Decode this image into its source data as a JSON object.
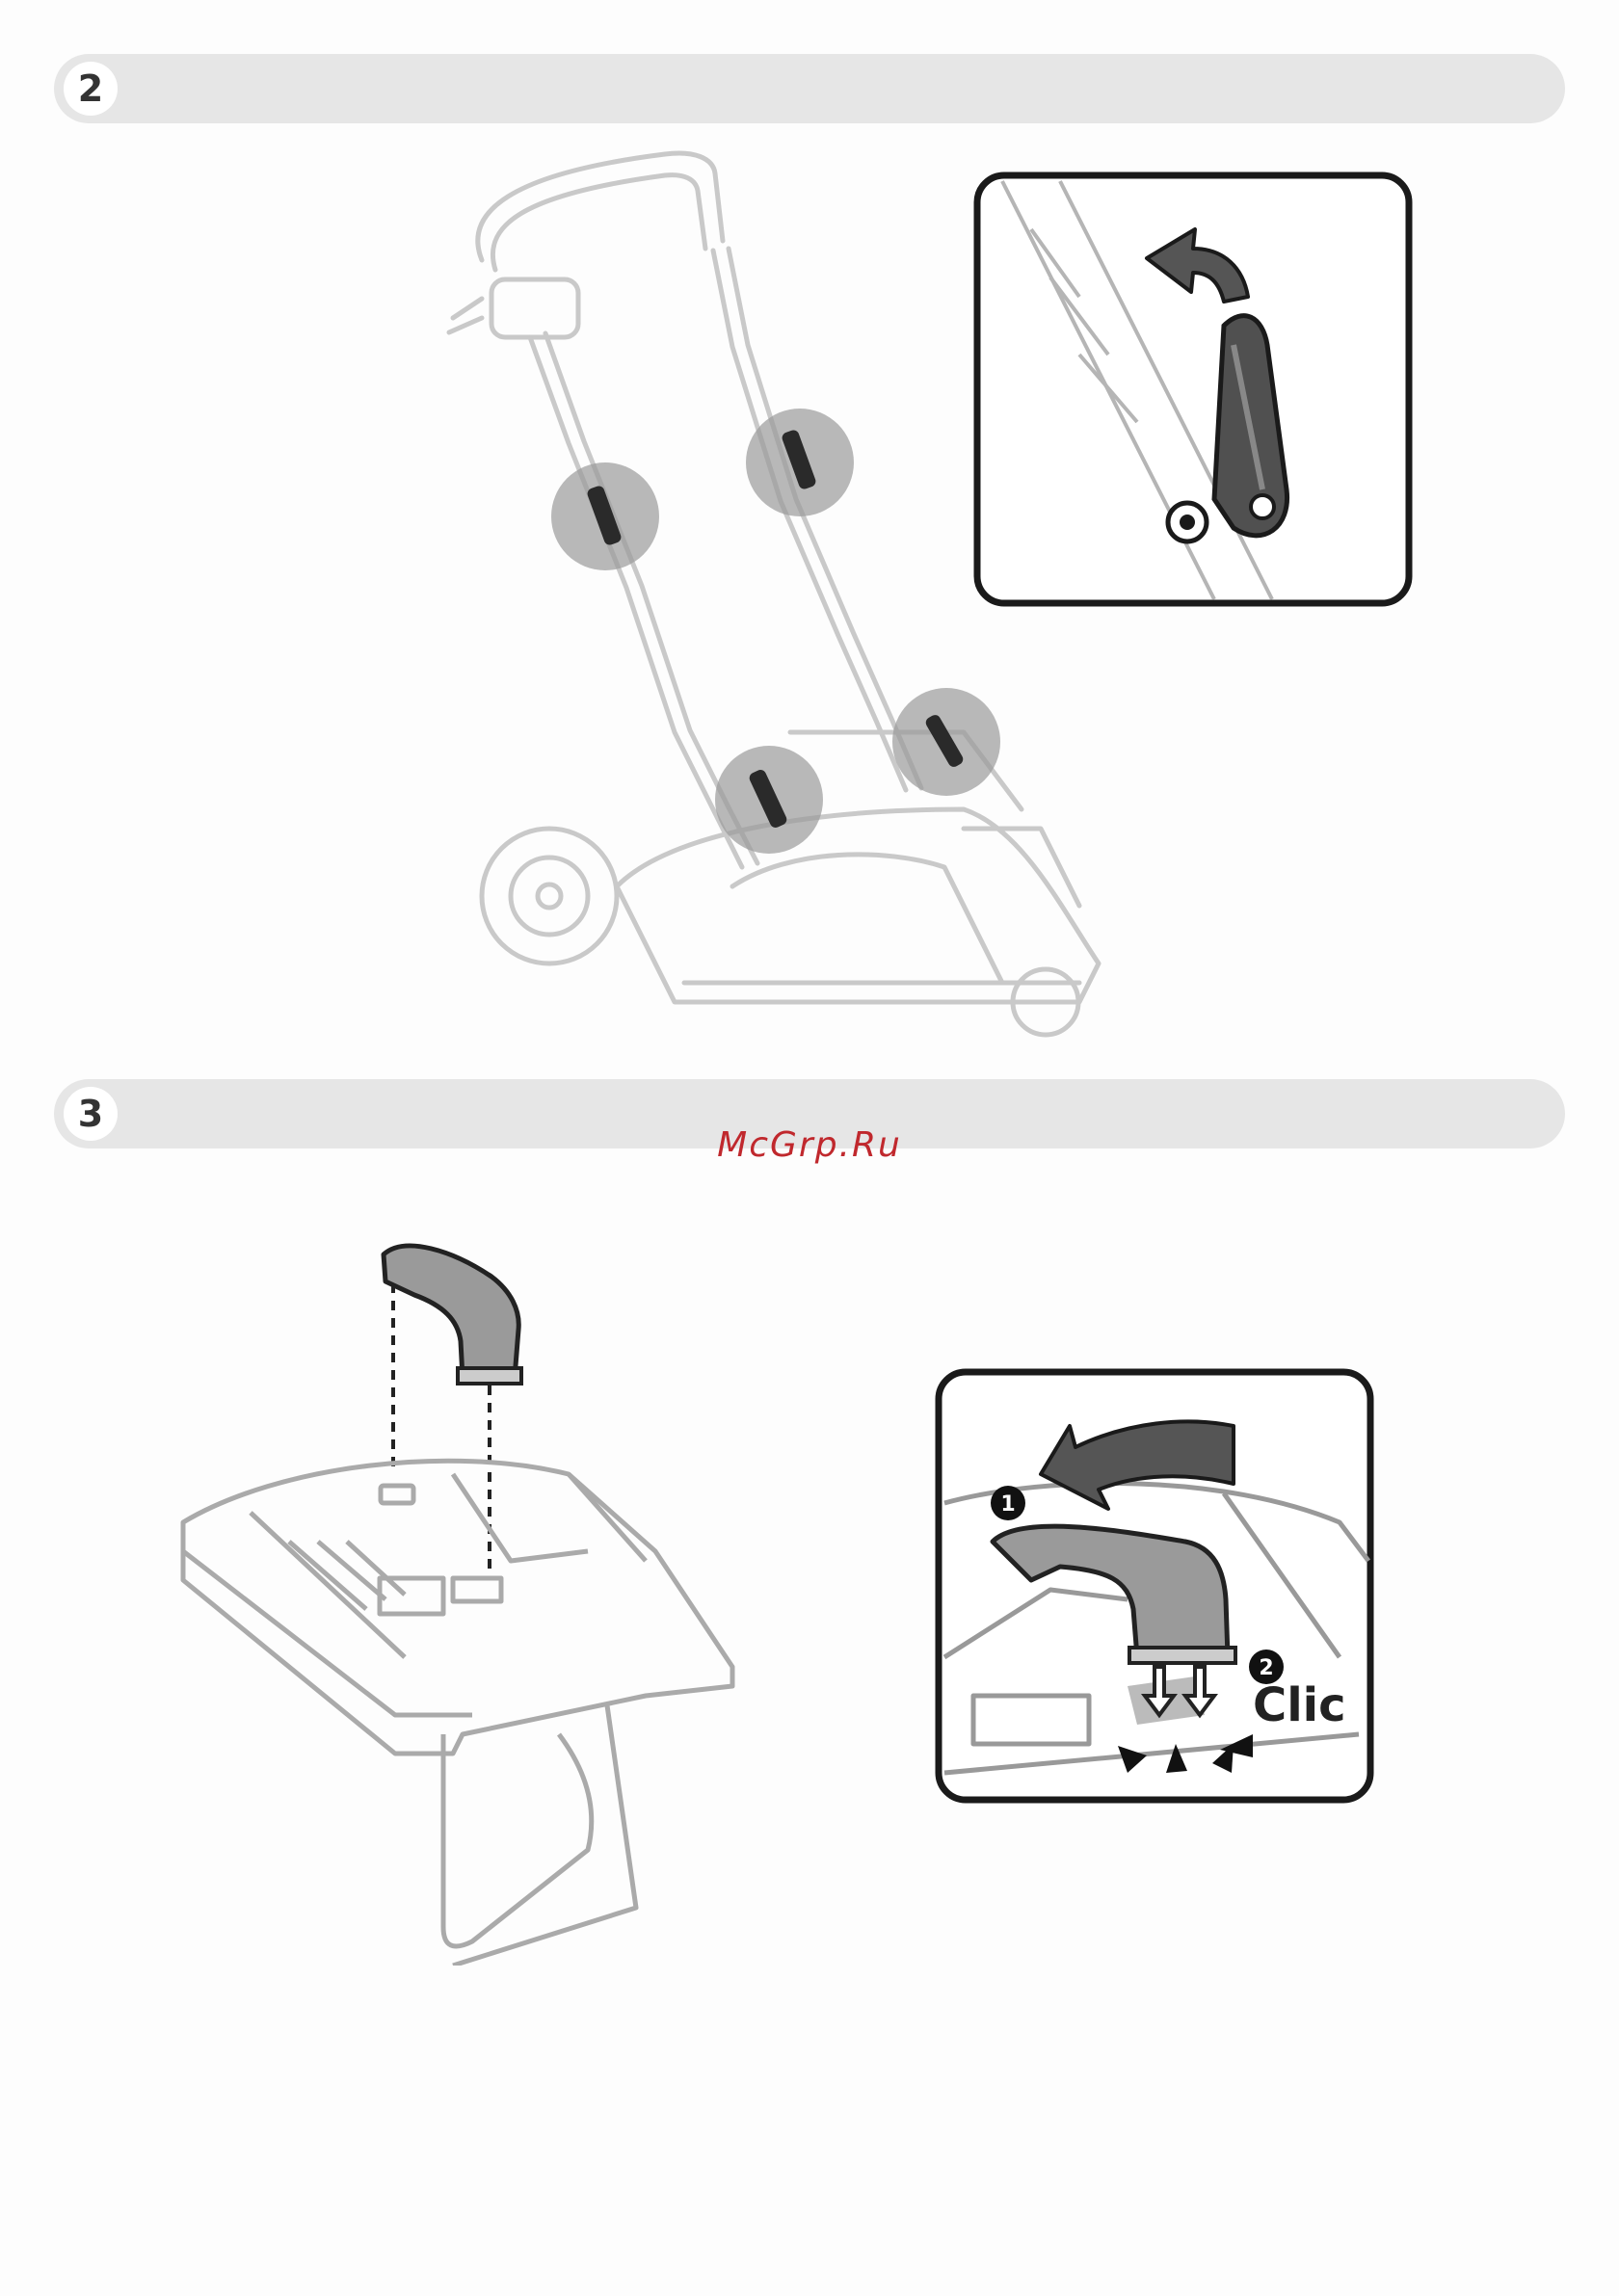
{
  "steps": [
    {
      "number": "2"
    },
    {
      "number": "3"
    }
  ],
  "watermark": "McGrp.Ru",
  "callout_click": {
    "marker_1": "1",
    "marker_2": "2",
    "label": "Clic"
  },
  "icons": {
    "rotate_arrow": "curved-arrow-icon",
    "lever": "lever-icon",
    "handle": "handle-icon"
  }
}
